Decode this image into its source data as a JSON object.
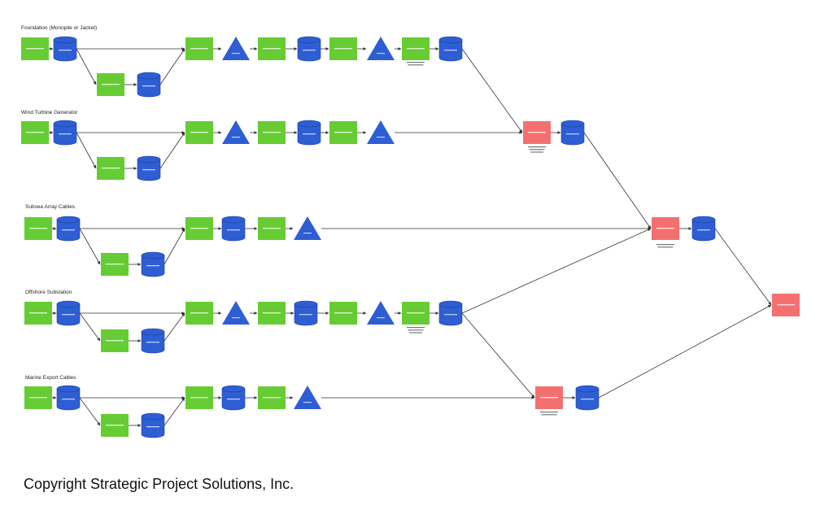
{
  "colors": {
    "process": "#66cc33",
    "storage": "#2e5ed4",
    "queue": "#2e5ed4",
    "assembly": "#f47070",
    "edge": "#333333"
  },
  "rows": [
    {
      "title": "Foundation (Monopile or Jacket)"
    },
    {
      "title": "Wind Turbine Generator"
    },
    {
      "title": "Subsea Array Cables"
    },
    {
      "title": "Offshore Substation"
    },
    {
      "title": "Marine Export Cables"
    }
  ],
  "copyright": "Copyright Strategic Project Solutions, Inc."
}
